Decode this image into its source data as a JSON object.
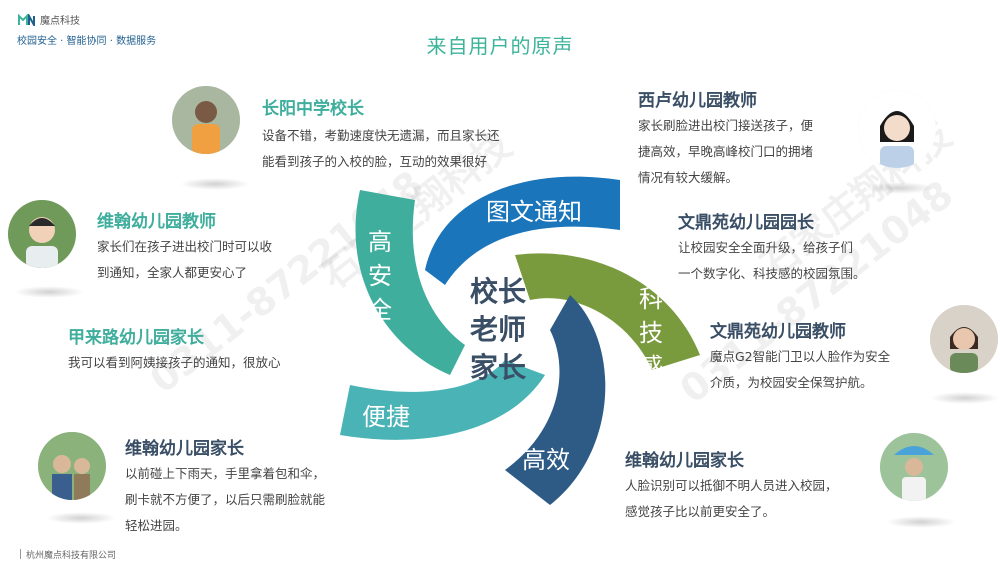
{
  "brand": {
    "name": "魔点科技",
    "tagline": "校园安全 · 智能协同 · 数据服务",
    "footer": "杭州魔点科技有限公司"
  },
  "page_title": "来自用户的原声",
  "center": {
    "lines": [
      "校长",
      "老师",
      "家长"
    ]
  },
  "petals": [
    {
      "label": "图文通知",
      "color": "#1b75bb"
    },
    {
      "label": "科技感",
      "color": "#7a9a3e"
    },
    {
      "label": "高效",
      "color": "#2e5b86"
    },
    {
      "label": "便捷",
      "color": "#49b3b6"
    },
    {
      "label": "高安全",
      "color": "#3fae9d"
    }
  ],
  "testimonials": [
    {
      "name": "长阳中学校长",
      "lines": [
        "设备不错，考勤速度快无遗漏，而且家长还",
        "能看到孩子的入校的脸，互动的效果很好"
      ]
    },
    {
      "name": "维翰幼儿园教师",
      "lines": [
        "家长们在孩子进出校门时可以收",
        "到通知，全家人都更安心了"
      ]
    },
    {
      "name": "甲来路幼儿园家长",
      "lines": [
        "我可以看到阿姨接孩子的通知，很放心"
      ]
    },
    {
      "name": "维翰幼儿园家长",
      "lines": [
        "以前碰上下雨天，手里拿着包和伞，",
        "刷卡就不方便了，以后只需刷脸就能",
        "轻松进园。"
      ]
    },
    {
      "name": "西卢幼儿园教师",
      "lines": [
        "家长刷脸进出校门接送孩子，便",
        "捷高效，早晚高峰校门口的拥堵",
        "情况有较大缓解。"
      ]
    },
    {
      "name": "文鼎苑幼儿园园长",
      "lines": [
        "让校园安全全面升级，给孩子们",
        "一个数字化、科技感的校园氛围。"
      ]
    },
    {
      "name": "文鼎苑幼儿园教师",
      "lines": [
        "魔点G2智能门卫以人脸作为安全",
        "介质，为校园安全保驾护航。"
      ]
    },
    {
      "name": "维翰幼儿园家长",
      "lines": [
        "人脸识别可以抵御不明人员进入校园，",
        "感觉孩子比以前更安全了。"
      ]
    }
  ],
  "watermarks": [
    "0311-87221048",
    "石家庄翔科技"
  ]
}
